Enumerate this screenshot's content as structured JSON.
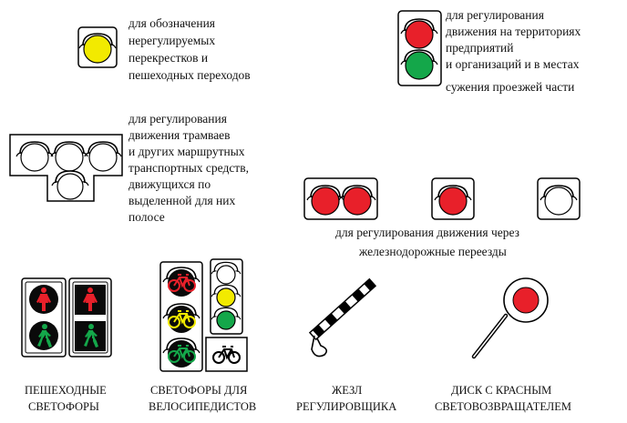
{
  "colors": {
    "red": "#e8202a",
    "yellow": "#f2ea00",
    "green": "#14a74a",
    "dark": "#0a0a0a",
    "outline": "#000000"
  },
  "captions": {
    "yellow_light": [
      "для обозначения",
      "нерегулируемых",
      "перекрестков и",
      "пешеходных переходов"
    ],
    "red_green_light": [
      "для регулирования",
      "движения на территориях",
      "предприятий",
      "и организаций и в местах",
      "сужения проезжей части"
    ],
    "tram_light": [
      "для регулирования",
      "движения трамваев",
      "и других маршрутных",
      "транспортных средств,",
      "движущихся по",
      "выделенной для них",
      "полосе"
    ],
    "railway_lights": [
      "для регулирования движения через",
      "железнодорожные переезды"
    ],
    "pedestrian": [
      "ПЕШЕХОДНЫЕ",
      "СВЕТОФОРЫ"
    ],
    "cyclist": [
      "СВЕТОФОРЫ ДЛЯ",
      "ВЕЛОСИПЕДИСТОВ"
    ],
    "baton": [
      "ЖЕЗЛ",
      "РЕГУЛИРОВЩИКА"
    ],
    "disk": [
      "ДИСК С КРАСНЫМ",
      "СВЕТОВОЗВРАЩАТЕЛЕМ"
    ]
  }
}
